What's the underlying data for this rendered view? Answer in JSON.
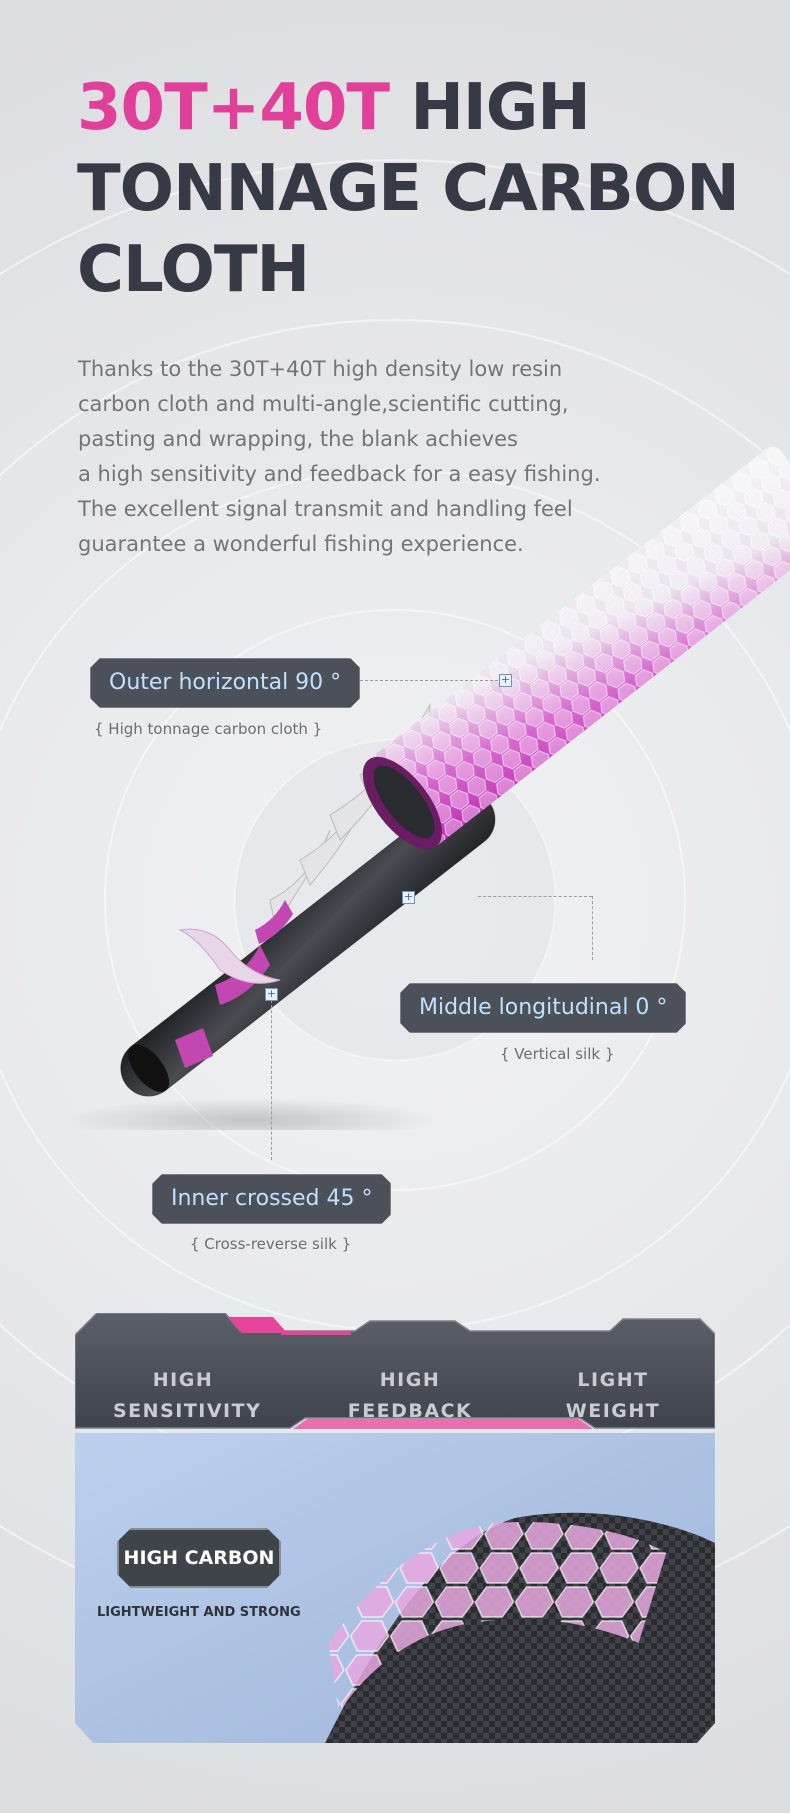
{
  "title": {
    "accent": "30T+40T",
    "rest": "HIGH TONNAGE CARBON CLOTH"
  },
  "intro_lines": [
    "Thanks to the 30T+40T high density low resin",
    "carbon cloth and multi-angle,scientific cutting,",
    "pasting and wrapping, the blank achieves",
    "a high sensitivity and feedback for a easy fishing.",
    "The excellent signal transmit and handling feel",
    "guarantee a wonderful fishing experience."
  ],
  "layers": {
    "outer": {
      "label": "Outer horizontal 90 °",
      "note": "{ High tonnage carbon cloth }"
    },
    "middle": {
      "label": "Middle longitudinal 0 °",
      "note": "{ Vertical silk }"
    },
    "inner": {
      "label": "Inner crossed 45 °",
      "note": "{ Cross-reverse silk }"
    }
  },
  "features": [
    {
      "line1": "HIGH",
      "line2": "SENSITIVITY"
    },
    {
      "line1": "HIGH",
      "line2": "FEEDBACK"
    },
    {
      "line1": "LIGHT",
      "line2": "WEIGHT"
    }
  ],
  "badge": {
    "label": "HIGH CARBON",
    "sub": "LIGHTWEIGHT AND STRONG"
  },
  "colors": {
    "accent_pink": "#e0409a",
    "title_dark": "#363a44",
    "tag_bg": "#4c5059",
    "tag_text": "#bfe0ff",
    "panel_blue": "#b9cdea"
  }
}
